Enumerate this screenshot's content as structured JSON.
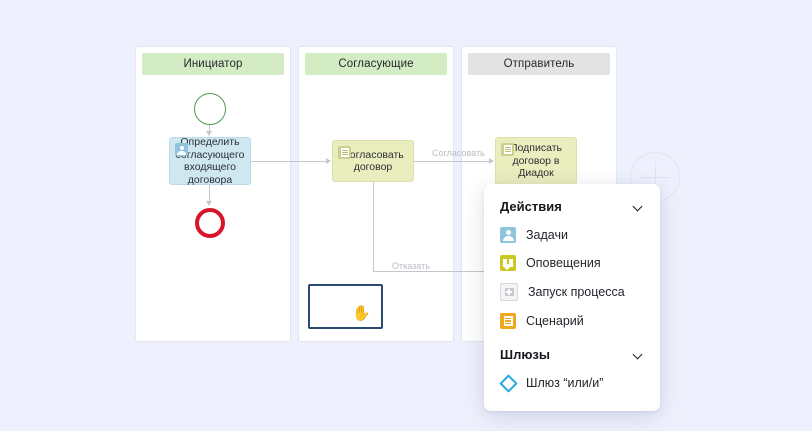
{
  "canvas": {
    "background_color": "#eef1fd"
  },
  "diagram": {
    "lanes": [
      {
        "id": "lane-initiator",
        "title": "Инициатор",
        "header_color": "#d3ecc4"
      },
      {
        "id": "lane-approvers",
        "title": "Согласующие",
        "header_color": "#d3ecc4"
      },
      {
        "id": "lane-sender",
        "title": "Отправитель",
        "header_color": "#e3e3e3"
      }
    ],
    "nodes": {
      "start_event": {
        "type": "start-event",
        "color": "#4e9a51"
      },
      "end_event": {
        "type": "end-event",
        "color": "#d8142a"
      },
      "task_define": {
        "label": "Определить согласующего входящего договора",
        "icon": "user-task-icon",
        "fill_color": "#cfe7f0"
      },
      "task_approve": {
        "label": "Согласовать договор",
        "icon": "form-task-icon",
        "fill_color": "#eaedbe"
      },
      "task_sign": {
        "label": "Подписать договор в Диадок",
        "icon": "form-task-icon",
        "fill_color": "#eaedbe"
      }
    },
    "edge_labels": {
      "approve": "Согласовать",
      "reject": "Отказать"
    },
    "drop_target": {
      "border_color": "#2b4a6f",
      "cursor_icon": "grab-hand-cursor"
    }
  },
  "actions_panel": {
    "sections": [
      {
        "id": "actions",
        "title": "Действия",
        "expanded": true,
        "items": [
          {
            "label": "Задачи",
            "icon": "user-task-icon",
            "color": "#8fc4dd"
          },
          {
            "label": "Оповещения",
            "icon": "notification-icon",
            "color": "#c9c825"
          },
          {
            "label": "Запуск процесса",
            "icon": "start-process-icon",
            "color": "#c7c9d0"
          },
          {
            "label": "Сценарий",
            "icon": "script-icon",
            "color": "#f0a81e"
          }
        ]
      },
      {
        "id": "gateways",
        "title": "Шлюзы",
        "expanded": true,
        "items": [
          {
            "label": "Шлюз “или/и”",
            "icon": "gateway-diamond-icon",
            "color": "#27a9e1"
          }
        ]
      }
    ]
  }
}
